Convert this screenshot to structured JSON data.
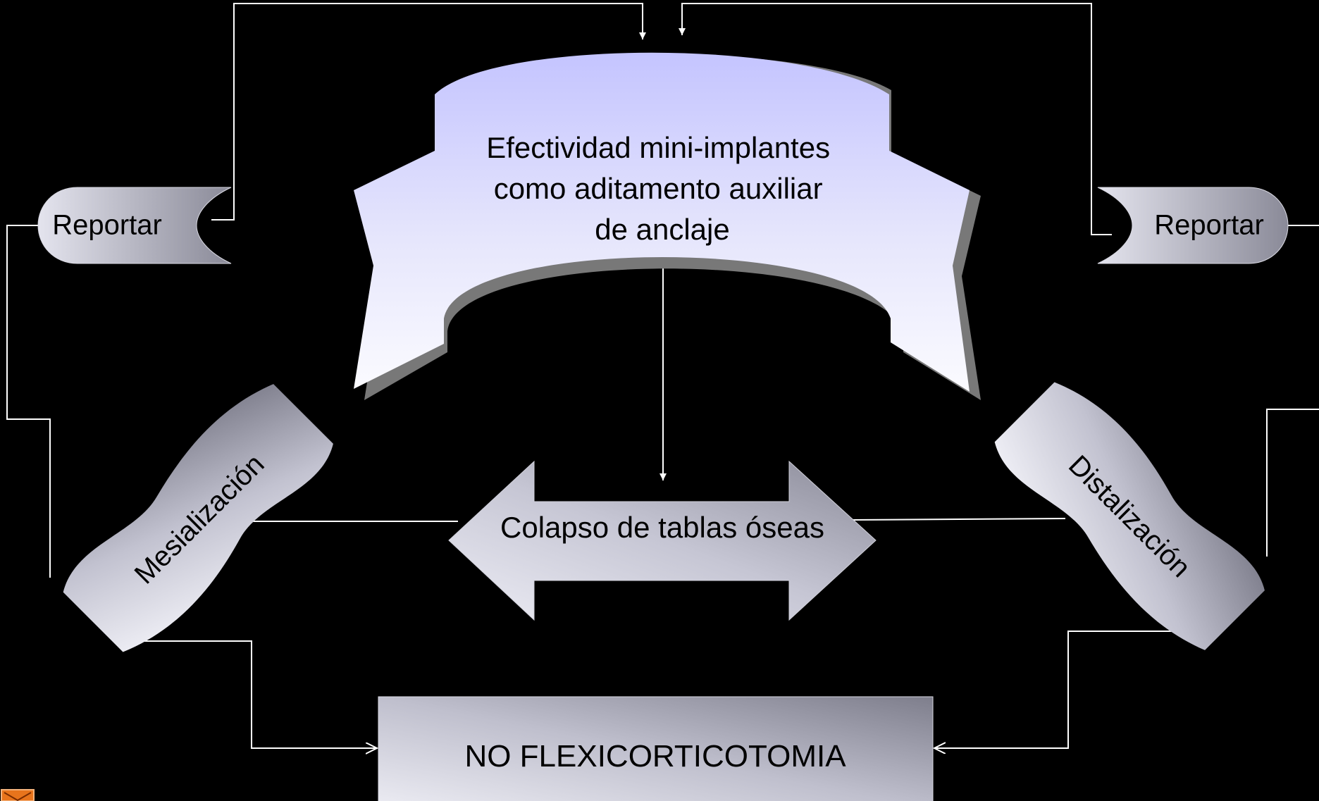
{
  "title": {
    "lines": [
      "Efectividad mini-implantes",
      "como aditamento auxiliar",
      "de anclaje"
    ]
  },
  "center": {
    "label": "Colapso de tablas óseas"
  },
  "left_report": {
    "label": "Reportar"
  },
  "right_report": {
    "label": "Reportar"
  },
  "left_banner": {
    "label": "Mesialización"
  },
  "right_banner": {
    "label": "Distalización"
  },
  "bottom": {
    "label": "NO FLEXICORTICOTOMIA"
  },
  "corner_icon": {
    "name": "envelope-icon",
    "color": "#e8741c"
  },
  "colors": {
    "background": "#000000",
    "connector": "#ffffff",
    "shape_light": "#f4f4fa",
    "shape_mid": "#c4c4d2",
    "shape_dark": "#7c7c8a",
    "ribbon_top": "#c8c8ff",
    "ribbon_bottom": "#f8f8ff",
    "shadow": "#767676",
    "text": "#000000"
  }
}
